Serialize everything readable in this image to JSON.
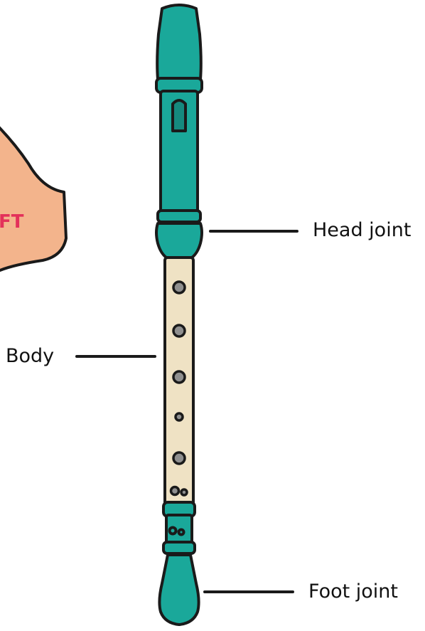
{
  "labels": {
    "head_joint": "Head joint",
    "body": "Body",
    "foot_joint": "Foot joint"
  },
  "hand_text": "FT",
  "colors": {
    "recorder_teal": "#1aa89a",
    "recorder_teal_dark": "#15897e",
    "body_cream": "#efe2c4",
    "outline": "#1a1a1a",
    "hand_skin": "#f3b48c",
    "hand_text": "#e3315a",
    "hole_fill": "#8f8f8f"
  }
}
